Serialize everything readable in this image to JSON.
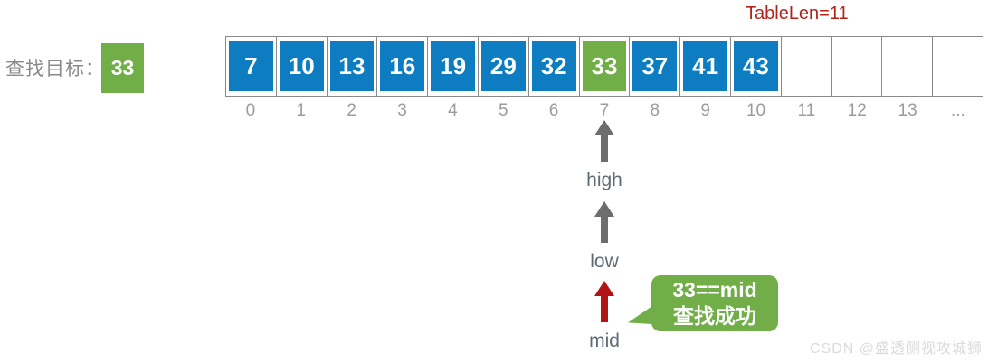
{
  "title": {
    "table_len": "TableLen=11"
  },
  "target": {
    "label": "查找目标：",
    "value": "33"
  },
  "array": {
    "cells": [
      {
        "index": "0",
        "value": "7"
      },
      {
        "index": "1",
        "value": "10"
      },
      {
        "index": "2",
        "value": "13"
      },
      {
        "index": "3",
        "value": "16"
      },
      {
        "index": "4",
        "value": "19"
      },
      {
        "index": "5",
        "value": "29"
      },
      {
        "index": "6",
        "value": "32"
      },
      {
        "index": "7",
        "value": "33",
        "highlight": true
      },
      {
        "index": "8",
        "value": "37"
      },
      {
        "index": "9",
        "value": "41"
      },
      {
        "index": "10",
        "value": "43"
      },
      {
        "index": "11",
        "value": ""
      },
      {
        "index": "12",
        "value": ""
      },
      {
        "index": "13",
        "value": ""
      },
      {
        "index": "...",
        "value": ""
      }
    ]
  },
  "pointers": {
    "high": "high",
    "low": "low",
    "mid": "mid"
  },
  "callout": {
    "line1": "33==mid",
    "line2": "查找成功"
  },
  "watermark": "CSDN @盛透侧视攻城狮",
  "colors": {
    "cell-blue": "#0d7cc1",
    "cell-green": "#71ae48",
    "tablelen-red": "#b1241b",
    "arrow-gray": "#6d6d6d",
    "arrow-red": "#b11414",
    "target-label-gray": "#8a8a8a",
    "index-gray": "#9b9b9b",
    "pointer-label-gray": "#5e6b77",
    "border-gray": "#8a8a8a",
    "watermark-gray": "#dadada"
  }
}
